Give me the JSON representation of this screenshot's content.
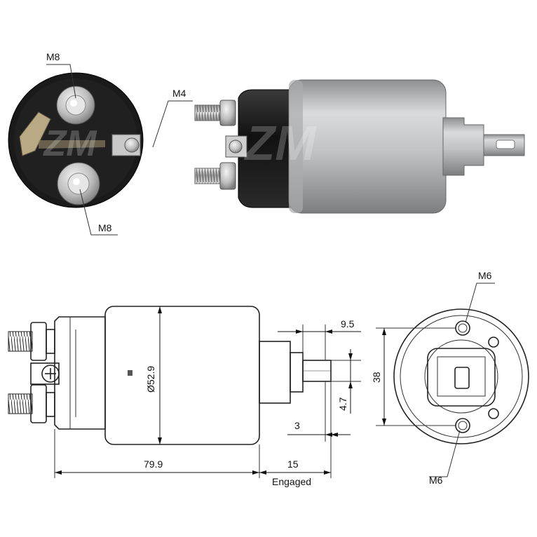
{
  "photo_labels": {
    "top_stud": "M8",
    "small_terminal": "M4",
    "bottom_stud": "M8"
  },
  "drawing_labels": {
    "diameter": "Ø52.9",
    "body_length": "79.9",
    "stroke": "15",
    "stroke_note": "Engaged",
    "plunger_offset": "9.5",
    "slot_width": "4.7",
    "plunger_step": "3",
    "mount_spacing": "38",
    "mount_hole_top": "M6",
    "mount_hole_bottom": "M6"
  },
  "watermark": "ZM",
  "colors": {
    "cap_black": "#1c1c1c",
    "body_silver": "#b9bbbd",
    "line": "#111111"
  }
}
